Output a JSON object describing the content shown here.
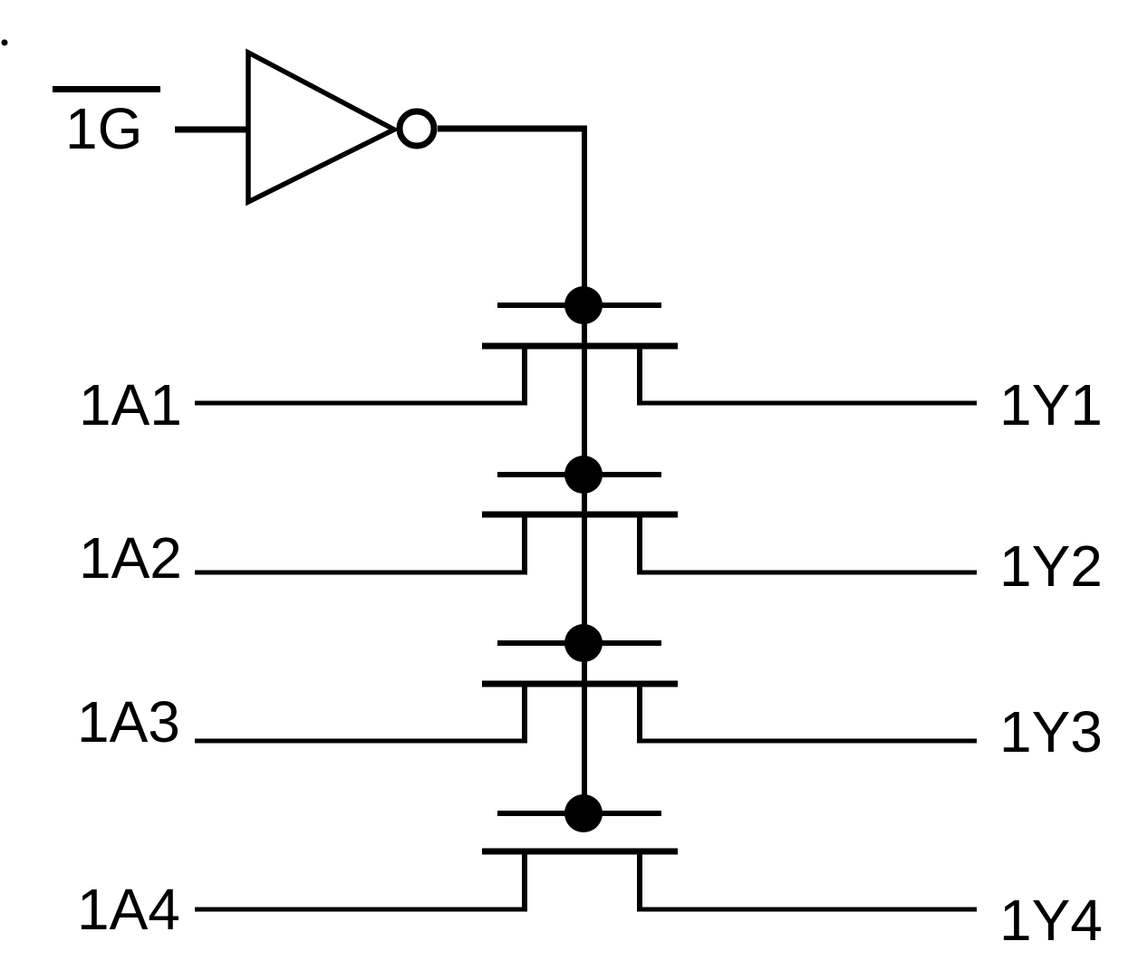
{
  "diagram_type": "logic-diagram-quad-bus-switch",
  "colors": {
    "line": "#000000",
    "background": "#ffffff"
  },
  "enable_input": {
    "label": "1G",
    "overline": true
  },
  "inverter": {
    "name": "enable-inverter"
  },
  "channels": [
    {
      "input_label": "1A1",
      "output_label": "1Y1"
    },
    {
      "input_label": "1A2",
      "output_label": "1Y2"
    },
    {
      "input_label": "1A3",
      "output_label": "1Y3"
    },
    {
      "input_label": "1A4",
      "output_label": "1Y4"
    }
  ],
  "stray_mark": "."
}
